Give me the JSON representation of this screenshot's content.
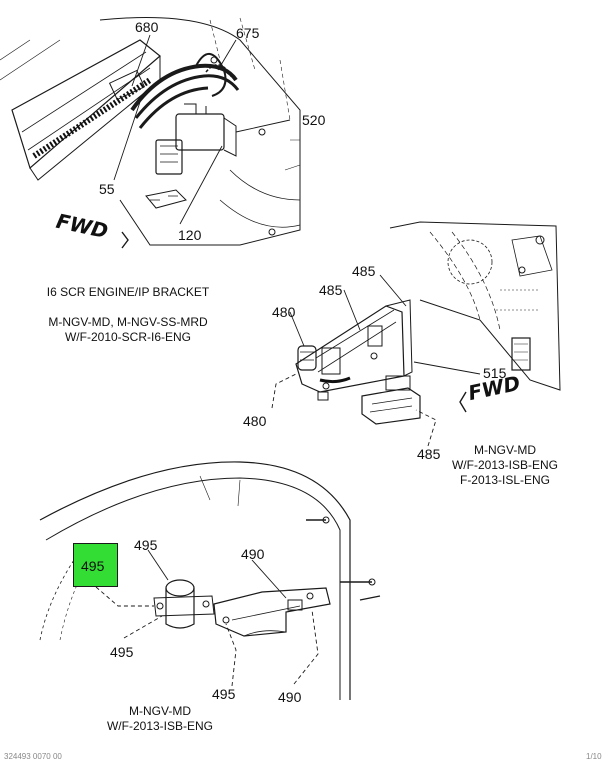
{
  "callouts": {
    "c680": "680",
    "c675": "675",
    "c520": "520",
    "c55": "55",
    "c120": "120",
    "c485a": "485",
    "c485b": "485",
    "c480a": "480",
    "c515": "515",
    "c480b": "480",
    "c485c": "485",
    "c495highlight": "495",
    "c495a": "495",
    "c490a": "490",
    "c495b": "495",
    "c495c": "495",
    "c490b": "490"
  },
  "captions": {
    "top_line1": "I6 SCR ENGINE/IP BRACKET",
    "top_line2": "M-NGV-MD, M-NGV-SS-MRD",
    "top_line3": "W/F-2010-SCR-I6-ENG",
    "mid_line1": "M-NGV-MD",
    "mid_line2": "W/F-2013-ISB-ENG",
    "mid_line3": "F-2013-ISL-ENG",
    "bot_line1": "M-NGV-MD",
    "bot_line2": "W/F-2013-ISB-ENG"
  },
  "fwd_labels": {
    "top": "FWD",
    "mid": "FWD"
  },
  "footer": {
    "left": "324493 0070 00",
    "right": "1/10"
  },
  "colors": {
    "highlight": "#33dd33",
    "line": "#1a1a1a"
  }
}
